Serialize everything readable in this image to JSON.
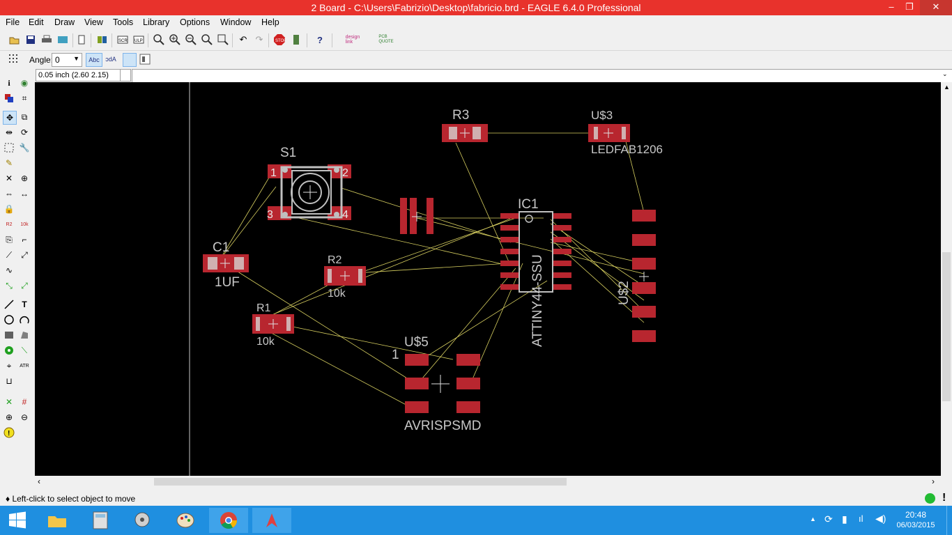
{
  "window": {
    "title": "2 Board - C:\\Users\\Fabrizio\\Desktop\\fabricio.brd - EAGLE 6.4.0 Professional",
    "minimize": "‒",
    "maximize": "❐",
    "close": "✕"
  },
  "menu": [
    "File",
    "Edit",
    "Draw",
    "View",
    "Tools",
    "Library",
    "Options",
    "Window",
    "Help"
  ],
  "toolbar": {
    "design_link_label": "design\nlink",
    "pcb_quote_label": "PCB\nQUOTE"
  },
  "params": {
    "angle_label": "Angle:",
    "angle_value": "0"
  },
  "command": {
    "coordinate_display": "0.05 inch (2.60 2.15)",
    "input_value": ""
  },
  "board": {
    "background_color": "#000000",
    "pad_color": "#b8262f",
    "outline_color": "#c0c0c0",
    "airwire_color": "#d8d060",
    "text_color": "#c8c8c8",
    "parts": {
      "r3_name": "R3",
      "u3_name": "U$3",
      "u3_value": "LEDFAB1206",
      "s1_name": "S1",
      "s1_pin1": "1",
      "s1_pin2": "2",
      "s1_pin3": "3",
      "s1_pin4": "4",
      "ic1_name": "IC1",
      "ic1_value": "ATTINY44-SSU",
      "c1_name": "C1",
      "c1_value": "1UF",
      "r2_name": "R2",
      "r2_value": "10k",
      "r1_name": "R1",
      "r1_value": "10k",
      "u2_name": "U$2",
      "u5_name": "U$5",
      "u5_pin1": "1",
      "u5_value": "AVRISPSMD"
    }
  },
  "status": {
    "message": "♦ Left-click to select object to move",
    "indicator_color": "#22bb33"
  },
  "taskbar": {
    "time": "20:48",
    "date": "06/03/2015"
  }
}
